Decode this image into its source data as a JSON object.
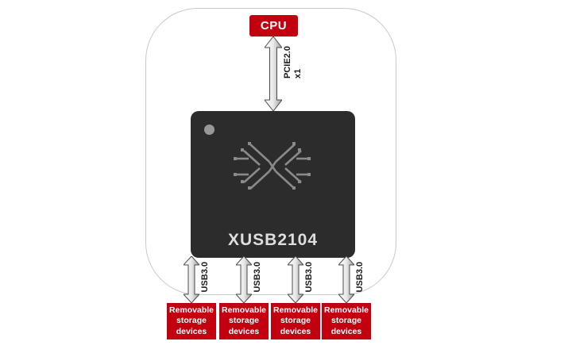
{
  "cpu": {
    "label": "CPU"
  },
  "pcie": {
    "line1": "PCIE2.0",
    "line2": "x1"
  },
  "chip": {
    "name": "XUSB2104"
  },
  "usb_labels": [
    "USB3.0",
    "USB3.0",
    "USB3.0",
    "USB3.0"
  ],
  "devices": [
    "Removable storage devices",
    "Removable storage devices",
    "Removable storage devices",
    "Removable storage devices"
  ],
  "colors": {
    "red": "#c3000f",
    "chip": "#2c2c2c",
    "border": "#c9c9c9"
  }
}
